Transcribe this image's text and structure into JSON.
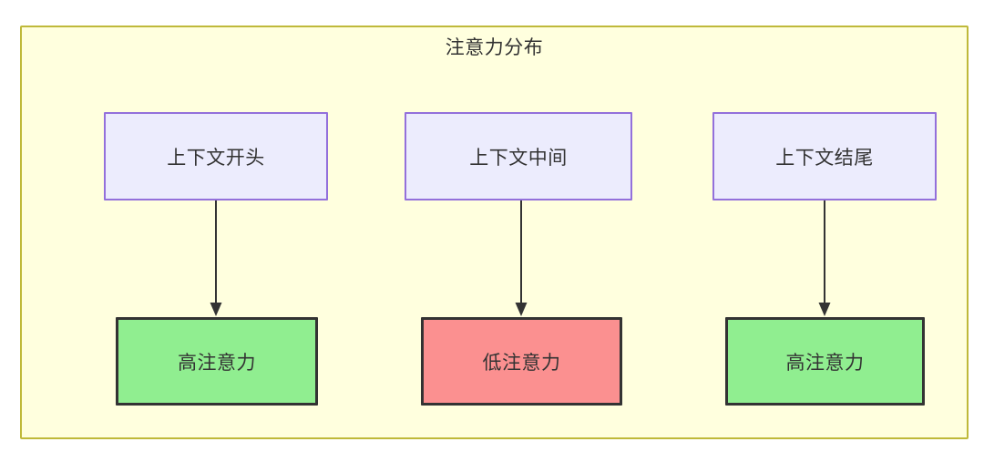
{
  "diagram": {
    "title": "注意力分布",
    "type": "flowchart",
    "direction": "top-down",
    "colors": {
      "cluster_background": "#ffffde",
      "cluster_border": "#bfb93a",
      "context_node_background": "#ececfd",
      "context_node_border": "#9370db",
      "high_attention_background": "#90ee90",
      "low_attention_background": "#fb9090",
      "attention_node_border": "#333333",
      "edge_color": "#333333",
      "text_color": "#333333"
    },
    "context_nodes": [
      {
        "id": "ctx-0",
        "label": "上下文开头"
      },
      {
        "id": "ctx-1",
        "label": "上下文中间"
      },
      {
        "id": "ctx-2",
        "label": "上下文结尾"
      }
    ],
    "attention_nodes": [
      {
        "id": "att-0",
        "label": "高注意力",
        "level": "high"
      },
      {
        "id": "att-1",
        "label": "低注意力",
        "level": "low"
      },
      {
        "id": "att-2",
        "label": "高注意力",
        "level": "high"
      }
    ],
    "edges": [
      {
        "id": "edge-0",
        "from": "上下文开头",
        "to": "高注意力",
        "arrow": "arrowhead-down-icon"
      },
      {
        "id": "edge-1",
        "from": "上下文中间",
        "to": "低注意力",
        "arrow": "arrowhead-down-icon"
      },
      {
        "id": "edge-2",
        "from": "上下文结尾",
        "to": "高注意力",
        "arrow": "arrowhead-down-icon"
      }
    ]
  }
}
